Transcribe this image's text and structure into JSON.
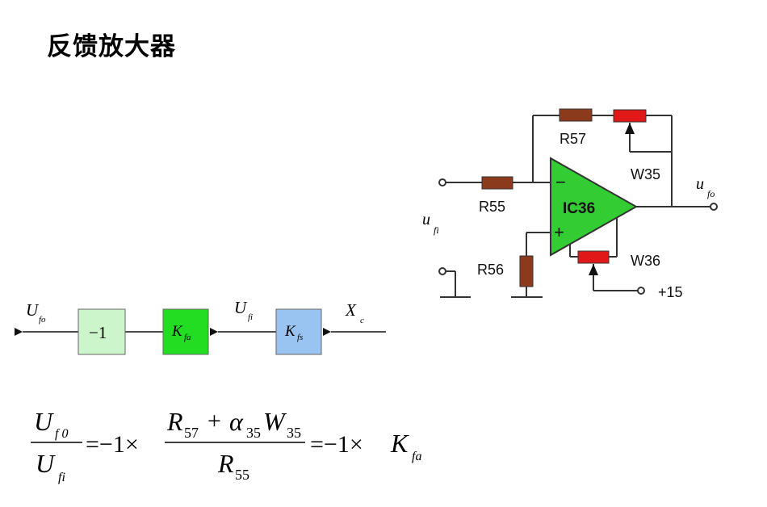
{
  "title": "反馈放大器",
  "circuit": {
    "resistors": {
      "r57": "R57",
      "r55": "R55",
      "r56": "R56"
    },
    "pots": {
      "w35": "W35",
      "w36": "W36"
    },
    "opamp": {
      "label": "IC36",
      "minus": "−",
      "plus": "+"
    },
    "input_label": {
      "main": "u",
      "sub": "fi"
    },
    "output_label": {
      "main": "u",
      "sub": "fo"
    },
    "supply_label": "+15"
  },
  "block_diagram": {
    "blocks": [
      {
        "id": "neg",
        "text": "−1",
        "color": "#ccf5cc"
      },
      {
        "id": "kfa",
        "main": "K",
        "sub": "fa",
        "color": "#22dd22"
      },
      {
        "id": "kfs",
        "main": "K",
        "sub": "fs",
        "color": "#99c4f2"
      }
    ],
    "signals": {
      "output": {
        "main": "U",
        "sub": "fo"
      },
      "middle": {
        "main": "U",
        "sub": "fi"
      },
      "input": {
        "main": "X",
        "sub": "c"
      }
    }
  },
  "formula": {
    "lhs_num_main": "U",
    "lhs_num_sub": "f 0",
    "lhs_den_main": "U",
    "lhs_den_sub": "fi",
    "eq1": "=−1×",
    "rhs_num_r": "R",
    "rhs_num_r_sub": "57",
    "rhs_num_plus": "+",
    "rhs_num_alpha": "α",
    "rhs_num_alpha_sub": "35",
    "rhs_num_w": "W",
    "rhs_num_w_sub": "35",
    "rhs_den_r": "R",
    "rhs_den_r_sub": "55",
    "eq2": "=−1×",
    "k_main": "K",
    "k_sub": "fa"
  },
  "colors": {
    "resistor": "#8b3a1c",
    "pot": "#e01818",
    "opamp": "#33cc33",
    "wire": "#333333"
  }
}
